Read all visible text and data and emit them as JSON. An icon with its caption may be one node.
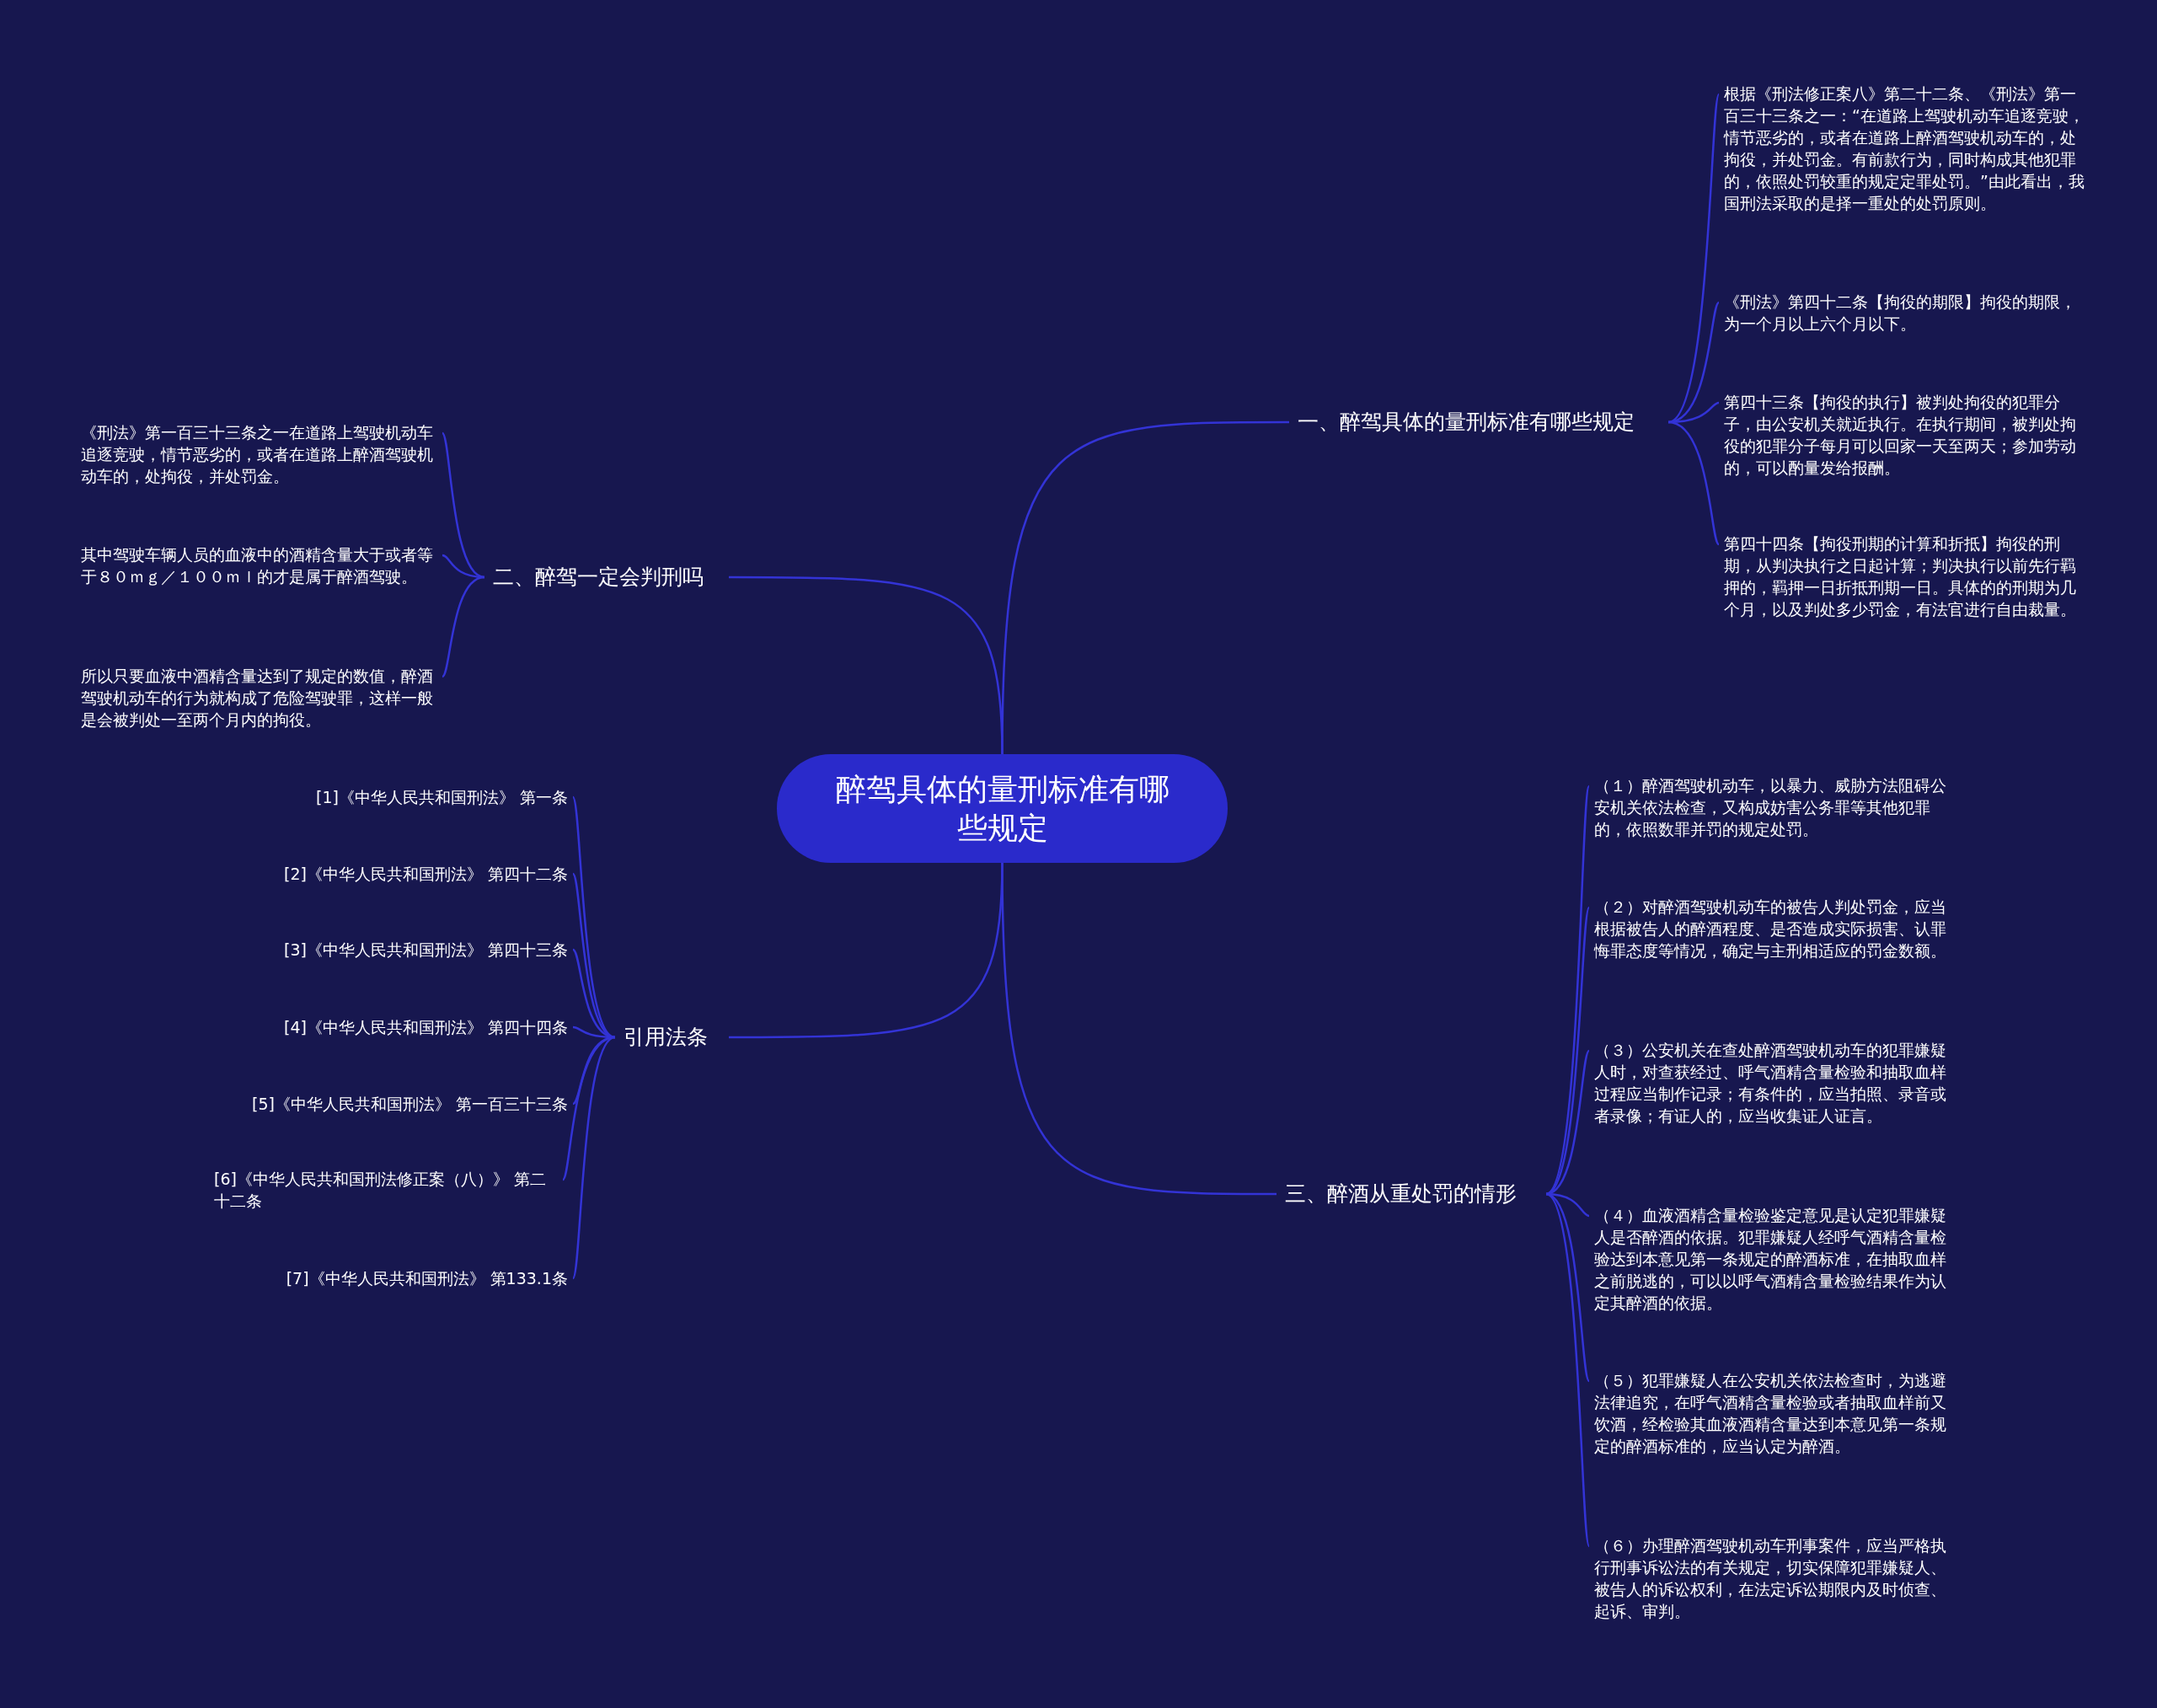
{
  "diagram": {
    "nodes": [
      {
        "text": [
          "醉驾具体的量刑标准有哪些规定"
        ]
      },
      {
        "text": [
          "一、醉驾具体的量刑标准有哪些规定"
        ]
      },
      {
        "text": [
          "根据《刑法修正案八》第二十二条、《刑法》第一百三十三条之一：“在道路上驾驶机动车追逐竞驶，情节恶劣的，或者在道路上醉酒驾驶机动车的，处拘役，并处罚金。有前款行为，同时构成其他犯罪的，依照处罚较重的规定定罪处罚。”由此看出，我国刑法采取的是择一重处的处罚原则。"
        ]
      },
      {
        "text": [
          "《刑法》第四十二条【拘役的期限】拘役的期限，为一个月以上六个月以下。"
        ]
      },
      {
        "text": [
          "第四十三条【拘役的执行】被判处拘役的犯罪分子，由公安机关就近执行。在执行期间，被判处拘役的犯罪分子每月可以回家一天至两天；参加劳动的，可以酌量发给报酬。"
        ]
      },
      {
        "text": [
          "第四十四条【拘役刑期的计算和折抵】拘役的刑期，从判决执行之日起计算；判决执行以前先行羁押的，羁押一日折抵刑期一日。具体的的刑期为几个月，以及判处多少罚金，有法官进行自由裁量。"
        ]
      },
      {
        "text": [
          "二、醉驾一定会判刑吗"
        ]
      },
      {
        "text": [
          "《刑法》第一百三十三条之一在道路上驾驶机动车追逐竞驶，情节恶劣的，或者在道路上醉酒驾驶机动车的，处拘役，并处罚金。"
        ]
      },
      {
        "text": [
          "其中驾驶车辆人员的血液中的酒精含量大于或者等于８０ｍｇ／１００ｍｌ的才是属于醉酒驾驶。"
        ]
      },
      {
        "text": [
          "所以只要血液中酒精含量达到了规定的数值，醉酒驾驶机动车的行为就构成了危险驾驶罪，这样一般是会被判处一至两个月内的拘役。"
        ]
      },
      {
        "text": [
          "引用法条"
        ]
      },
      {
        "text": [
          "[1]《中华人民共和国刑法》 第一条"
        ]
      },
      {
        "text": [
          "[2]《中华人民共和国刑法》 第四十二条"
        ]
      },
      {
        "text": [
          "[3]《中华人民共和国刑法》 第四十三条"
        ]
      },
      {
        "text": [
          "[4]《中华人民共和国刑法》 第四十四条"
        ]
      },
      {
        "text": [
          "[5]《中华人民共和国刑法》 第一百三十三条"
        ]
      },
      {
        "text": [
          "[6]《中华人民共和国刑法修正案（八）》 第二十二条"
        ]
      },
      {
        "text": [
          "[7]《中华人民共和国刑法》 第133.1条"
        ]
      },
      {
        "text": [
          "三、醉酒从重处罚的情形"
        ]
      },
      {
        "text": [
          "（１）醉酒驾驶机动车，以暴力、威胁方法阻碍公安机关依法检查，又构成妨害公务罪等其他犯罪的，依照数罪并罚的规定处罚。"
        ]
      },
      {
        "text": [
          "（２）对醉酒驾驶机动车的被告人判处罚金，应当根据被告人的醉酒程度、是否造成实际损害、认罪悔罪态度等情况，确定与主刑相适应的罚金数额。"
        ]
      },
      {
        "text": [
          "（３）公安机关在查处醉酒驾驶机动车的犯罪嫌疑人时，对查获经过、呼气酒精含量检验和抽取血样过程应当制作记录；有条件的，应当拍照、录音或者录像；有证人的，应当收集证人证言。"
        ]
      },
      {
        "text": [
          "（４）血液酒精含量检验鉴定意见是认定犯罪嫌疑人是否醉酒的依据。犯罪嫌疑人经呼气酒精含量检验达到本意见第一条规定的醉酒标准，在抽取血样之前脱逃的，可以以呼气酒精含量检验结果作为认定其醉酒的依据。"
        ]
      },
      {
        "text": [
          "（５）犯罪嫌疑人在公安机关依法检查时，为逃避法律追究，在呼气酒精含量检验或者抽取血样前又饮酒，经检验其血液酒精含量达到本意见第一条规定的醉酒标准的，应当认定为醉酒。"
        ]
      },
      {
        "text": [
          "（６）办理醉酒驾驶机动车刑事案件，应当严格执行刑事诉讼法的有关规定，切实保障犯罪嫌疑人、被告人的诉讼权利，在法定诉讼期限内及时侦查、起诉、审判。"
        ]
      }
    ],
    "edges": [
      {
        "from": 0,
        "to": 1,
        "arrow": "none"
      },
      {
        "from": 1,
        "to": 2,
        "arrow": "none"
      },
      {
        "from": 1,
        "to": 3,
        "arrow": "none"
      },
      {
        "from": 1,
        "to": 4,
        "arrow": "none"
      },
      {
        "from": 1,
        "to": 5,
        "arrow": "none"
      },
      {
        "from": 0,
        "to": 6,
        "arrow": "none"
      },
      {
        "from": 6,
        "to": 7,
        "arrow": "none"
      },
      {
        "from": 6,
        "to": 8,
        "arrow": "none"
      },
      {
        "from": 6,
        "to": 9,
        "arrow": "none"
      },
      {
        "from": 0,
        "to": 10,
        "arrow": "none"
      },
      {
        "from": 10,
        "to": 11,
        "arrow": "none"
      },
      {
        "from": 10,
        "to": 12,
        "arrow": "none"
      },
      {
        "from": 10,
        "to": 13,
        "arrow": "none"
      },
      {
        "from": 10,
        "to": 14,
        "arrow": "none"
      },
      {
        "from": 10,
        "to": 15,
        "arrow": "none"
      },
      {
        "from": 10,
        "to": 16,
        "arrow": "none"
      },
      {
        "from": 10,
        "to": 17,
        "arrow": "none"
      },
      {
        "from": 0,
        "to": 18,
        "arrow": "none"
      },
      {
        "from": 18,
        "to": 19,
        "arrow": "none"
      },
      {
        "from": 18,
        "to": 20,
        "arrow": "none"
      },
      {
        "from": 18,
        "to": 21,
        "arrow": "none"
      },
      {
        "from": 18,
        "to": 22,
        "arrow": "none"
      },
      {
        "from": 18,
        "to": 23,
        "arrow": "none"
      },
      {
        "from": 18,
        "to": 24,
        "arrow": "none"
      }
    ]
  }
}
